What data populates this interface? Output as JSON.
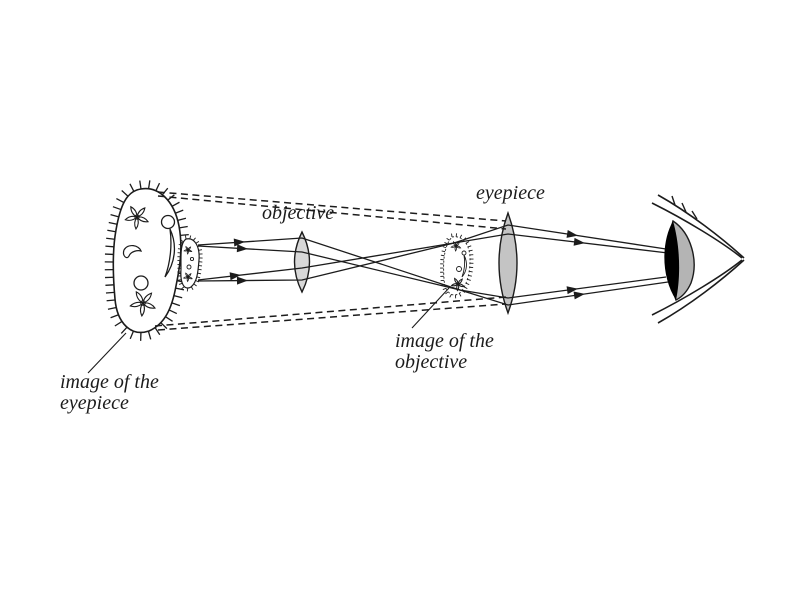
{
  "labels": {
    "objective": "objective",
    "eyepiece": "eyepiece",
    "image_of_objective": [
      "image of the",
      "objective"
    ],
    "image_of_eyepiece": [
      "image of the",
      "eyepiece"
    ]
  },
  "colors": {
    "stroke": "#1c1c1c",
    "objective_lens_fill": "#d8d8d8",
    "eyepiece_lens_fill": "#c4c4c4",
    "eye_iris_fill": "#b4b4b4",
    "eye_pupil_fill": "#000000",
    "background": "#ffffff"
  }
}
